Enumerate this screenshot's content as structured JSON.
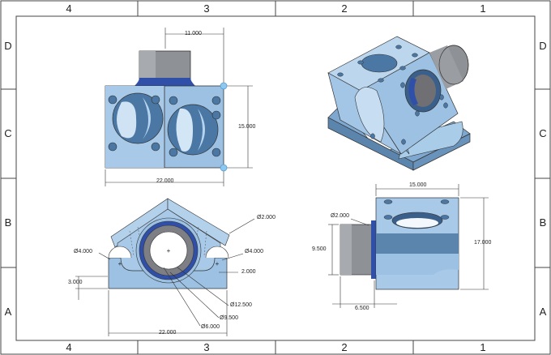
{
  "sheet": {
    "columns": [
      "4",
      "3",
      "2",
      "1"
    ],
    "rows": [
      "D",
      "C",
      "B",
      "A"
    ]
  },
  "views": {
    "front": {
      "dims": [
        "11.000",
        "15.000",
        "22.000"
      ]
    },
    "top": {
      "dims": [
        "Ø2.000",
        "Ø4.000",
        "Ø4.000",
        "2.000",
        "3.000",
        "Ø12.500",
        "Ø9.500",
        "Ø6.000",
        "22.000"
      ]
    },
    "side": {
      "dims": [
        "15.000",
        "Ø2.000",
        "9.500",
        "17.000",
        "6.500"
      ]
    }
  },
  "colors": {
    "part_light": "#bcd6ee",
    "part_mid": "#9cc1e3",
    "part_dark": "#5b85ad",
    "boss_gray": "#8e9196",
    "blue_ring": "#2f4fa8",
    "handle": "#8ec8ef"
  }
}
